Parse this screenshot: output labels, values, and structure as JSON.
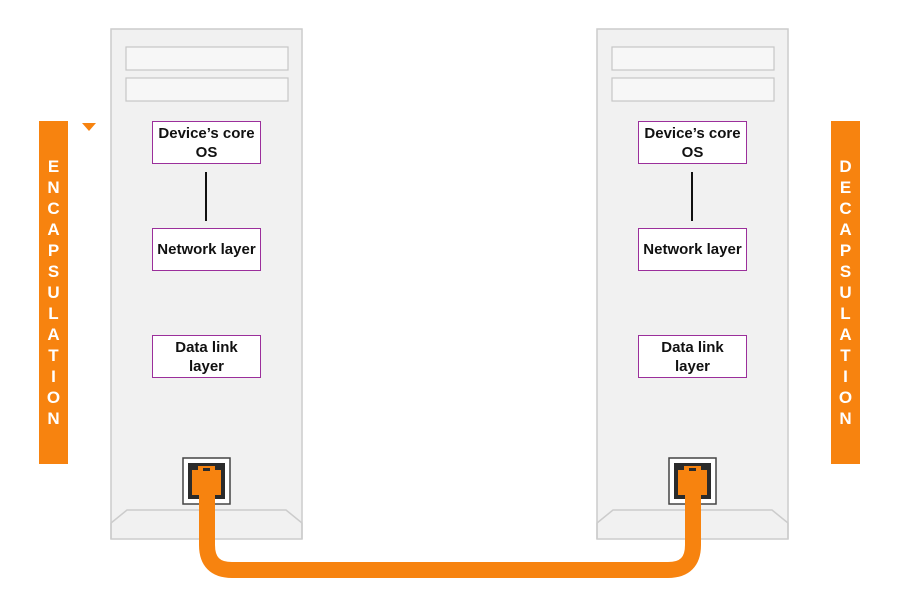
{
  "colors": {
    "accent": "#f7830f",
    "layer_border": "#9b2f9b",
    "server_fill": "#f1f1f1",
    "server_stroke": "#cccccc"
  },
  "left_label": "ENCAPSULATION",
  "right_label": "DECAPSULATION",
  "left_device": {
    "layers": [
      "Device’s core OS",
      "Network layer",
      "Data link layer"
    ]
  },
  "right_device": {
    "layers": [
      "Device’s core OS",
      "Network layer",
      "Data link layer"
    ]
  },
  "icons": {
    "port": "ethernet-port-icon",
    "arrow": "triangle-down-icon"
  }
}
